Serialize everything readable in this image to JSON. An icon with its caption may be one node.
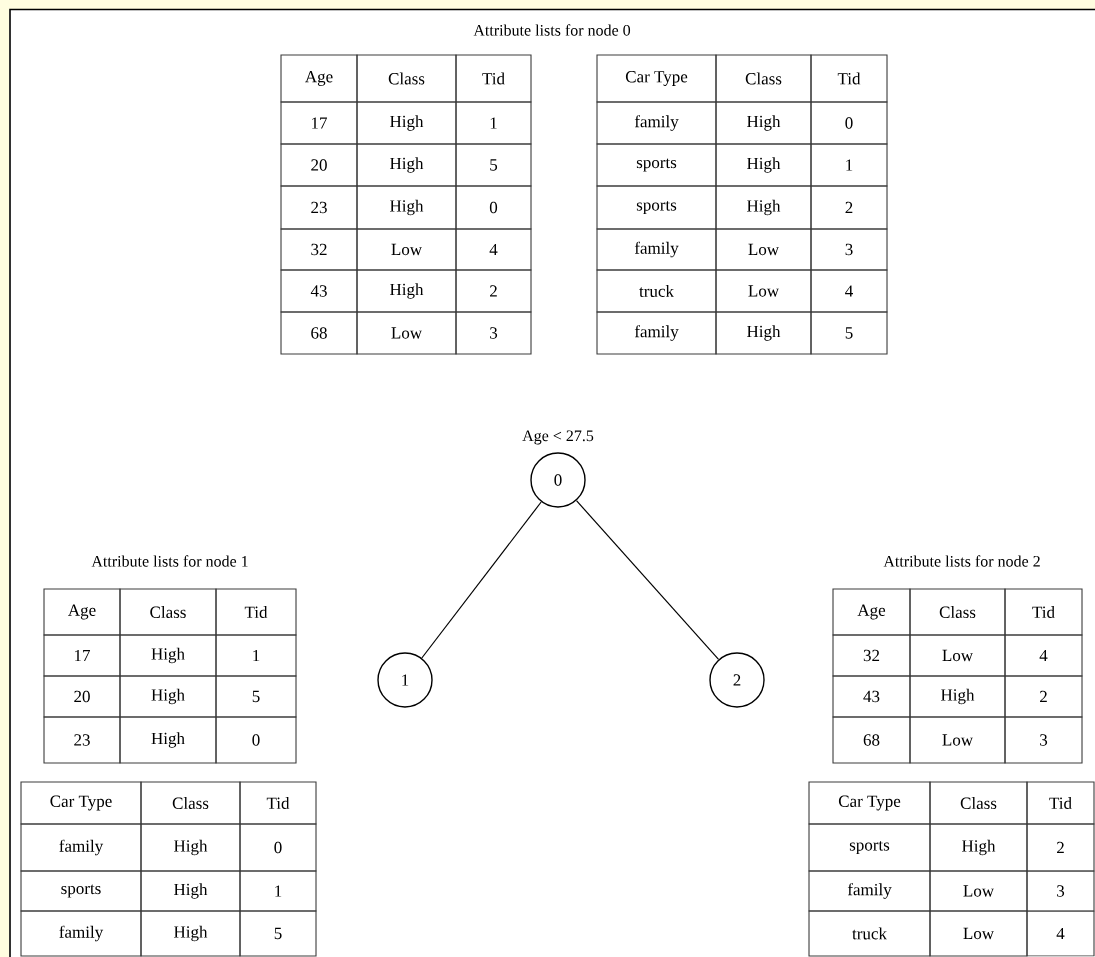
{
  "diagram": {
    "nodes": [
      {
        "text": [
          "0"
        ],
        "beside": [
          "Age < 27.5"
        ]
      },
      {
        "text": [
          "1"
        ]
      },
      {
        "text": [
          "2"
        ]
      }
    ],
    "edges": [
      {
        "from": 0,
        "to": 1,
        "arrow": "none"
      },
      {
        "from": 0,
        "to": 2,
        "arrow": "none"
      }
    ],
    "labels": [
      "Attribute lists for node 0",
      "Age",
      "Class",
      "Tid",
      "17",
      "High",
      "1",
      "20",
      "High",
      "5",
      "23",
      "High",
      "0",
      "32",
      "Low",
      "4",
      "43",
      "High",
      "2",
      "68",
      "Low",
      "3",
      "Car Type",
      "Class",
      "Tid",
      "family",
      "High",
      "0",
      "sports",
      "High",
      "1",
      "sports",
      "High",
      "2",
      "family",
      "Low",
      "3",
      "truck",
      "Low",
      "4",
      "family",
      "High",
      "5",
      "Attribute lists for node 1",
      "Age",
      "Class",
      "Tid",
      "17",
      "High",
      "1",
      "20",
      "High",
      "5",
      "23",
      "High",
      "0",
      "Attribute lists for node 2",
      "Age",
      "Class",
      "Tid",
      "32",
      "Low",
      "4",
      "43",
      "High",
      "2",
      "68",
      "Low",
      "3",
      "Car Type",
      "Class",
      "Tid",
      "family",
      "High",
      "0",
      "sports",
      "High",
      "1",
      "family",
      "High",
      "5",
      "Car Type",
      "Class",
      "Tid",
      "sports",
      "High",
      "2",
      "family",
      "Low",
      "3",
      "truck",
      "Low",
      "4"
    ]
  }
}
